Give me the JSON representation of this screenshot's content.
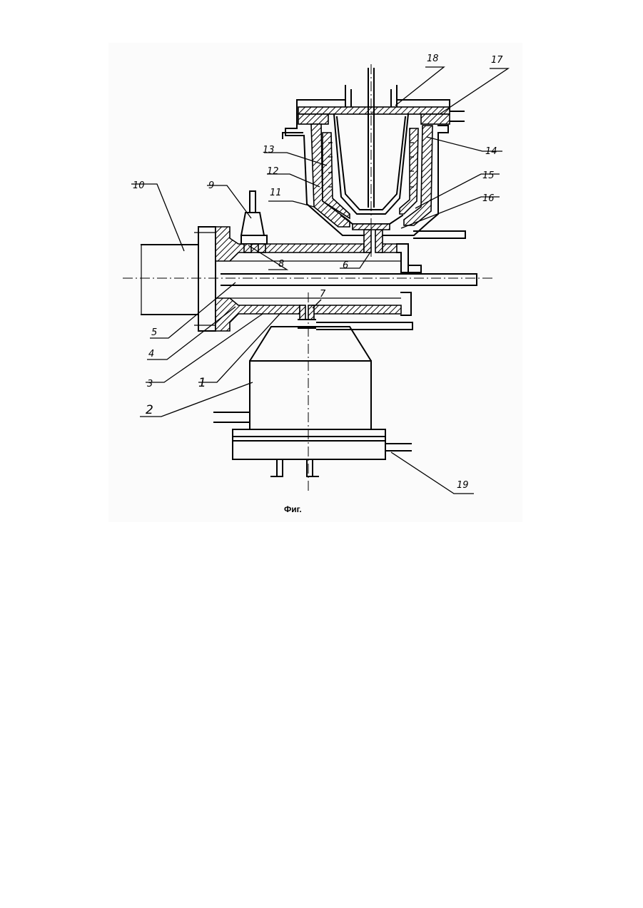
{
  "figure": {
    "caption": "Фиг.",
    "labels": {
      "l1": "1",
      "l2": "2",
      "l3": "3",
      "l4": "4",
      "l5": "5",
      "l6": "6",
      "l7": "7",
      "l8": "8",
      "l9": "9",
      "l10": "10",
      "l11": "11",
      "l12": "12",
      "l13": "13",
      "l14": "14",
      "l15": "15",
      "l16": "16",
      "l17": "17",
      "l18": "18",
      "l19": "19"
    }
  }
}
